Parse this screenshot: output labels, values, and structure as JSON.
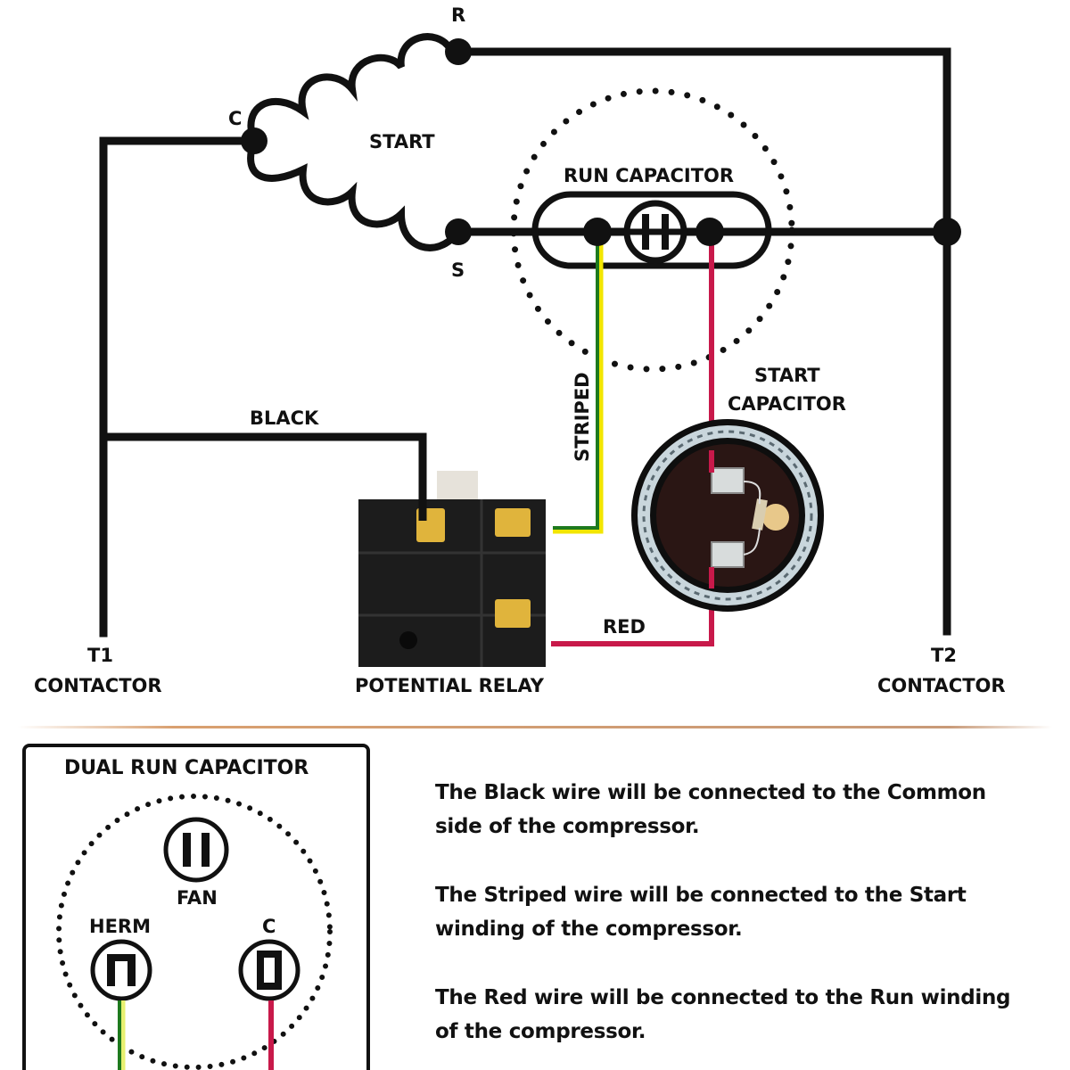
{
  "wiring": {
    "terminals": {
      "common": "C",
      "run": "R",
      "start": "S"
    },
    "winding_label": "START",
    "run_capacitor_label": "RUN CAPACITOR",
    "start_capacitor_label_line1": "START",
    "start_capacitor_label_line2": "CAPACITOR",
    "wire_labels": {
      "black": "BLACK",
      "striped": "STRIPED",
      "red": "RED"
    },
    "t1_line1": "T1",
    "t1_line2": "CONTACTOR",
    "t2_line1": "T2",
    "t2_line2": "CONTACTOR",
    "relay_label": "POTENTIAL RELAY",
    "colors": {
      "wire_black": "#111111",
      "wire_red": "#c8194a",
      "wire_green": "#1e7a1e",
      "wire_yellow": "#f2e600",
      "relay_body": "#1c1c1c",
      "relay_terminal": "#e0b43c",
      "divider": "#d9a070"
    }
  },
  "dual_run_capacitor": {
    "title": "DUAL RUN CAPACITOR",
    "terminals": [
      "FAN",
      "HERM",
      "C"
    ]
  },
  "descriptions": [
    {
      "line1": "The Black wire will be connected to the Common",
      "line2": "side of the compressor."
    },
    {
      "line1": "The Striped wire will be connected to the Start",
      "line2": "winding of the compressor."
    },
    {
      "line1": "The Red wire will be connected to the Run winding",
      "line2": "of the compressor."
    }
  ]
}
